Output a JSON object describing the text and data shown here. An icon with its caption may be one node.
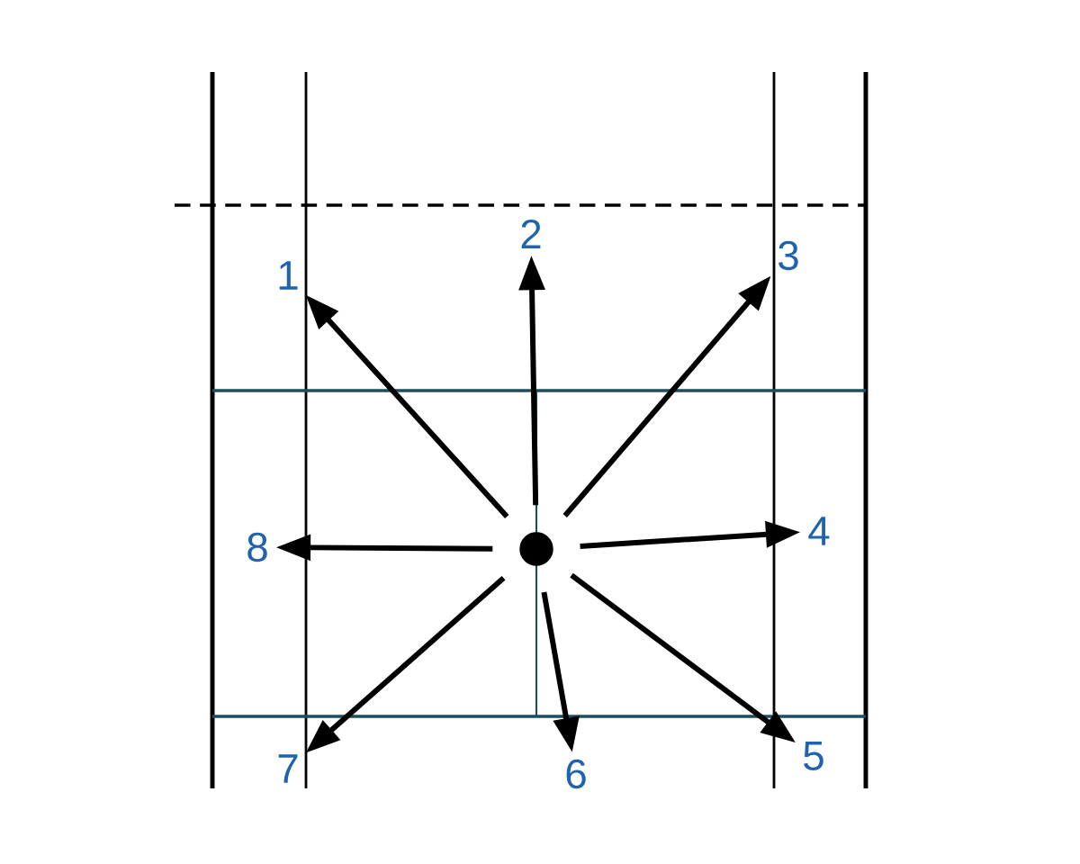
{
  "diagram": {
    "nodes": [
      {
        "text": [
          "1"
        ]
      },
      {
        "text": [
          "2"
        ]
      },
      {
        "text": [
          "3"
        ]
      },
      {
        "text": [
          "4"
        ]
      },
      {
        "text": [
          "5"
        ]
      },
      {
        "text": [
          "6"
        ]
      },
      {
        "text": [
          "7"
        ]
      },
      {
        "text": [
          "8"
        ]
      },
      {
        "text": [],
        "shape": "circle"
      }
    ],
    "edges": [
      {
        "from": 8,
        "to": 0,
        "arrow": "to"
      },
      {
        "from": 8,
        "to": 1,
        "arrow": "to"
      },
      {
        "from": 8,
        "to": 2,
        "arrow": "to"
      },
      {
        "from": 8,
        "to": 3,
        "arrow": "to"
      },
      {
        "from": 8,
        "to": 4,
        "arrow": "to"
      },
      {
        "from": 8,
        "to": 5,
        "arrow": "to"
      },
      {
        "from": 8,
        "to": 6,
        "arrow": "to"
      },
      {
        "from": 8,
        "to": 7,
        "arrow": "to"
      }
    ]
  }
}
